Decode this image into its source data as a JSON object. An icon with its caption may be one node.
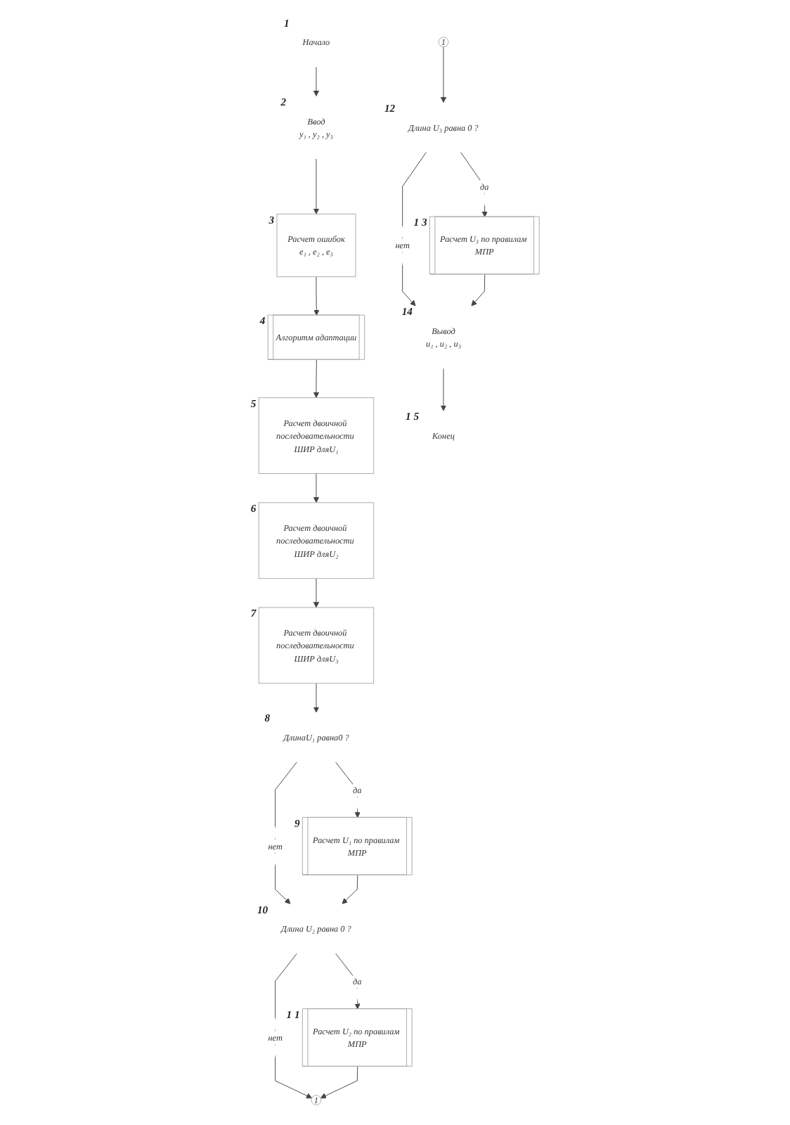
{
  "diagram": {
    "nodes": [
      {
        "text": [
          "Начало"
        ],
        "beside": [
          "1"
        ]
      },
      {
        "text": [
          "Ввод",
          "y₁ , y₂ , y₃"
        ],
        "beside": [
          "2"
        ]
      },
      {
        "text": [
          "Расчет ошибок",
          "e₁ , e₂ , e₃"
        ],
        "beside": [
          "3"
        ]
      },
      {
        "text": [
          "Алгоритм адаптации"
        ],
        "beside": [
          "4"
        ]
      },
      {
        "text": [
          "Расчет двоичной последовательности ШИР дляU₁"
        ],
        "beside": [
          "5"
        ]
      },
      {
        "text": [
          "Расчет двоичной последовательности ШИР дляU₂"
        ],
        "beside": [
          "6"
        ]
      },
      {
        "text": [
          "Расчет двоичной последовательности ШИР дляU₃"
        ],
        "beside": [
          "7"
        ]
      },
      {
        "text": [
          "ДлинаU₁ равна0 ?"
        ],
        "beside": [
          "8"
        ]
      },
      {
        "text": [
          "Расчет U₁ по правилам МПР"
        ],
        "beside": [
          "9"
        ]
      },
      {
        "text": [
          "Длина U₂ равна 0 ?"
        ],
        "beside": [
          "10"
        ]
      },
      {
        "text": [
          "Расчет U₂ по правилам МПР"
        ],
        "beside": [
          "1 1"
        ]
      },
      {
        "text": [
          "1"
        ]
      },
      {
        "text": [
          "1"
        ]
      },
      {
        "text": [
          "Длина U₃ равна 0 ?"
        ],
        "beside": [
          "12"
        ]
      },
      {
        "text": [
          "Расчет U₃ по правилам МПР"
        ],
        "beside": [
          "1 3"
        ]
      },
      {
        "text": [
          "Вывод",
          "u₁ , u₂ , u₃"
        ],
        "beside": [
          "14"
        ]
      },
      {
        "text": [
          "Конец"
        ],
        "beside": [
          "1 5"
        ]
      }
    ],
    "edges": [
      {
        "from": 0,
        "to": 1,
        "arrow": "to"
      },
      {
        "from": 1,
        "to": 2,
        "arrow": "to"
      },
      {
        "from": 2,
        "to": 3,
        "arrow": "to"
      },
      {
        "from": 3,
        "to": 4,
        "arrow": "to"
      },
      {
        "from": 4,
        "to": 5,
        "arrow": "to"
      },
      {
        "from": 5,
        "to": 6,
        "arrow": "to"
      },
      {
        "from": 6,
        "to": 7,
        "arrow": "to"
      },
      {
        "from": 7,
        "to": 8,
        "arrow": "to",
        "label": "да"
      },
      {
        "from": 7,
        "to": 9,
        "arrow": "to",
        "label": "нет"
      },
      {
        "from": 8,
        "to": 9,
        "arrow": "to"
      },
      {
        "from": 9,
        "to": 10,
        "arrow": "to",
        "label": "да"
      },
      {
        "from": 9,
        "to": 11,
        "arrow": "to",
        "label": "нет"
      },
      {
        "from": 10,
        "to": 11,
        "arrow": "to"
      },
      {
        "from": 12,
        "to": 13,
        "arrow": "to"
      },
      {
        "from": 13,
        "to": 14,
        "arrow": "to",
        "label": "да"
      },
      {
        "from": 13,
        "to": 15,
        "arrow": "to",
        "label": "нет"
      },
      {
        "from": 14,
        "to": 15,
        "arrow": "to"
      },
      {
        "from": 15,
        "to": 16,
        "arrow": "to"
      }
    ]
  }
}
